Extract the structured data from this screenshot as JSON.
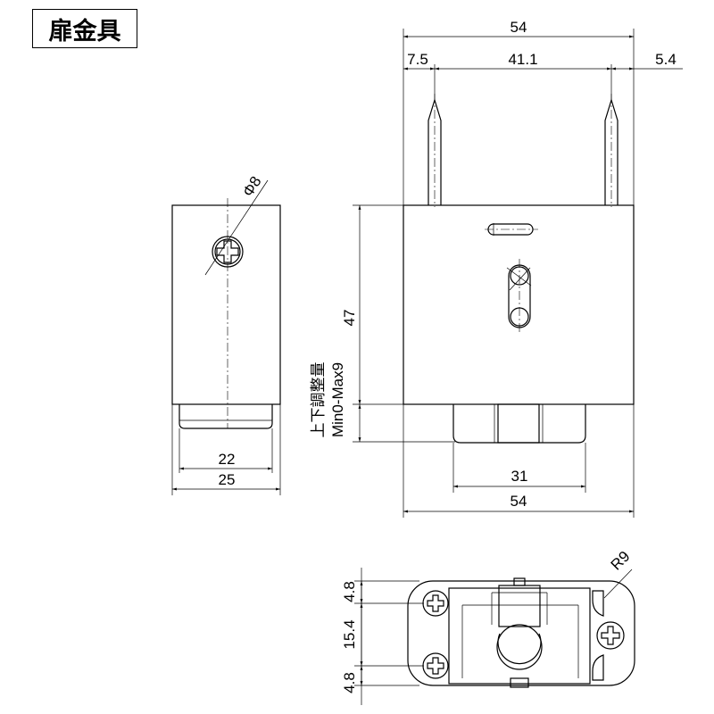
{
  "title": "扉金具",
  "front_view": {
    "width_top": "54",
    "offset_left": "7.5",
    "pin_spacing": "41.1",
    "offset_right": "5.4",
    "height": "47",
    "adjust_label_jp": "上下調整量",
    "adjust_label_range": "Min0-Max9",
    "lower_width": "31",
    "width_bottom": "54"
  },
  "side_view": {
    "diameter": "Φ8",
    "inner_width": "22",
    "outer_width": "25"
  },
  "bottom_view": {
    "radius": "R9",
    "edge_top": "4.8",
    "middle": "15.4",
    "edge_bottom": "4.8"
  }
}
